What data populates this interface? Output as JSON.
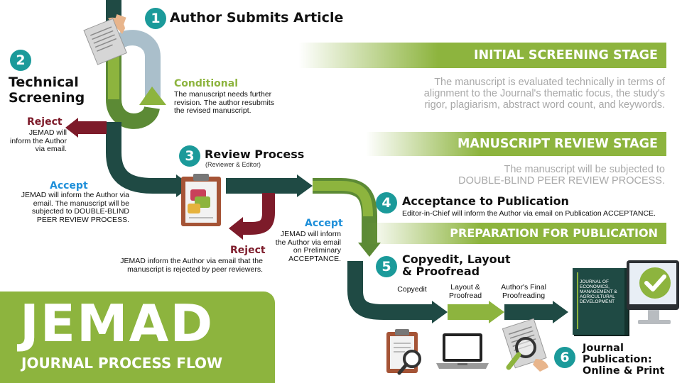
{
  "steps": {
    "s1": {
      "num": "1",
      "title": "Author Submits Article"
    },
    "s2": {
      "num": "2",
      "title_line1": "Technical",
      "title_line2": "Screening"
    },
    "s3": {
      "num": "3",
      "title": "Review Process",
      "subtitle": "(Reviewer & Editor)"
    },
    "s4": {
      "num": "4",
      "title": "Acceptance to Publication",
      "desc": "Editor-in-Chief will inform the Author via email on Publication ACCEPTANCE."
    },
    "s5": {
      "num": "5",
      "title_line1": "Copyedit, Layout",
      "title_line2": "& Proofread"
    },
    "s6": {
      "num": "6",
      "title_line1": "Journal",
      "title_line2": "Publication:",
      "title_line3": "Online & Print"
    }
  },
  "conditional": {
    "label": "Conditional",
    "line1": "The manuscript needs further",
    "line2": "revision. The author resubmits",
    "line3": "the revised manuscript."
  },
  "screening_reject": {
    "label": "Reject",
    "line1": "JEMAD will",
    "line2": "inform the Author",
    "line3": "via email."
  },
  "screening_accept": {
    "label": "Accept",
    "line1": "JEMAD will inform the Author via",
    "line2": "email. The manuscript will be",
    "line3": "subjected to DOUBLE-BLIND",
    "line4": "PEER REVIEW PROCESS."
  },
  "review_accept": {
    "label": "Accept",
    "line1": "JEMAD will inform",
    "line2": "the Author via email",
    "line3": "on Preliminary",
    "line4": "ACCEPTANCE."
  },
  "review_reject": {
    "label": "Reject",
    "line1": "JEMAD inform the Author via email that the",
    "line2": "manuscript is rejected by peer reviewers."
  },
  "stages": {
    "initial": {
      "label": "INITIAL SCREENING STAGE",
      "line1": "The manuscript is evaluated technically in terms of",
      "line2": "alignment to the Journal's thematic focus, the study's",
      "line3": "rigor, plagiarism, abstract word count, and keywords."
    },
    "review": {
      "label": "MANUSCRIPT REVIEW STAGE",
      "line1": "The manuscript will be subjected to",
      "line2": "DOUBLE-BLIND PEER REVIEW PROCESS."
    },
    "preparation": {
      "label": "PREPARATION FOR PUBLICATION"
    }
  },
  "substeps": {
    "copyedit": "Copyedit",
    "layout_line1": "Layout &",
    "layout_line2": "Proofread",
    "final_line1": "Author's Final",
    "final_line2": "Proofreading"
  },
  "journal_cover": {
    "line1": "JOURNAL OF",
    "line2": "ECONOMICS,",
    "line3": "MANAGEMENT &",
    "line4": "AGRICULTURAL",
    "line5": "DEVELOPMENT"
  },
  "logo": {
    "main": "JEMAD",
    "sub": "JOURNAL PROCESS FLOW"
  },
  "icons": [
    "manuscript-hand-icon",
    "clipboard-review-icon",
    "clipboard-magnifier-icon",
    "laptop-icon",
    "proofread-magnifier-icon",
    "journal-book-icon",
    "monitor-check-icon"
  ],
  "colors": {
    "dark_teal": "#1f4a44",
    "green": "#8db43e",
    "light_blue": "#aabfcb",
    "maroon": "#7d1b2a",
    "teal_circle": "#1b9a9a",
    "accept_blue": "#1e8fd9",
    "grey_text": "#a8a8a8"
  }
}
